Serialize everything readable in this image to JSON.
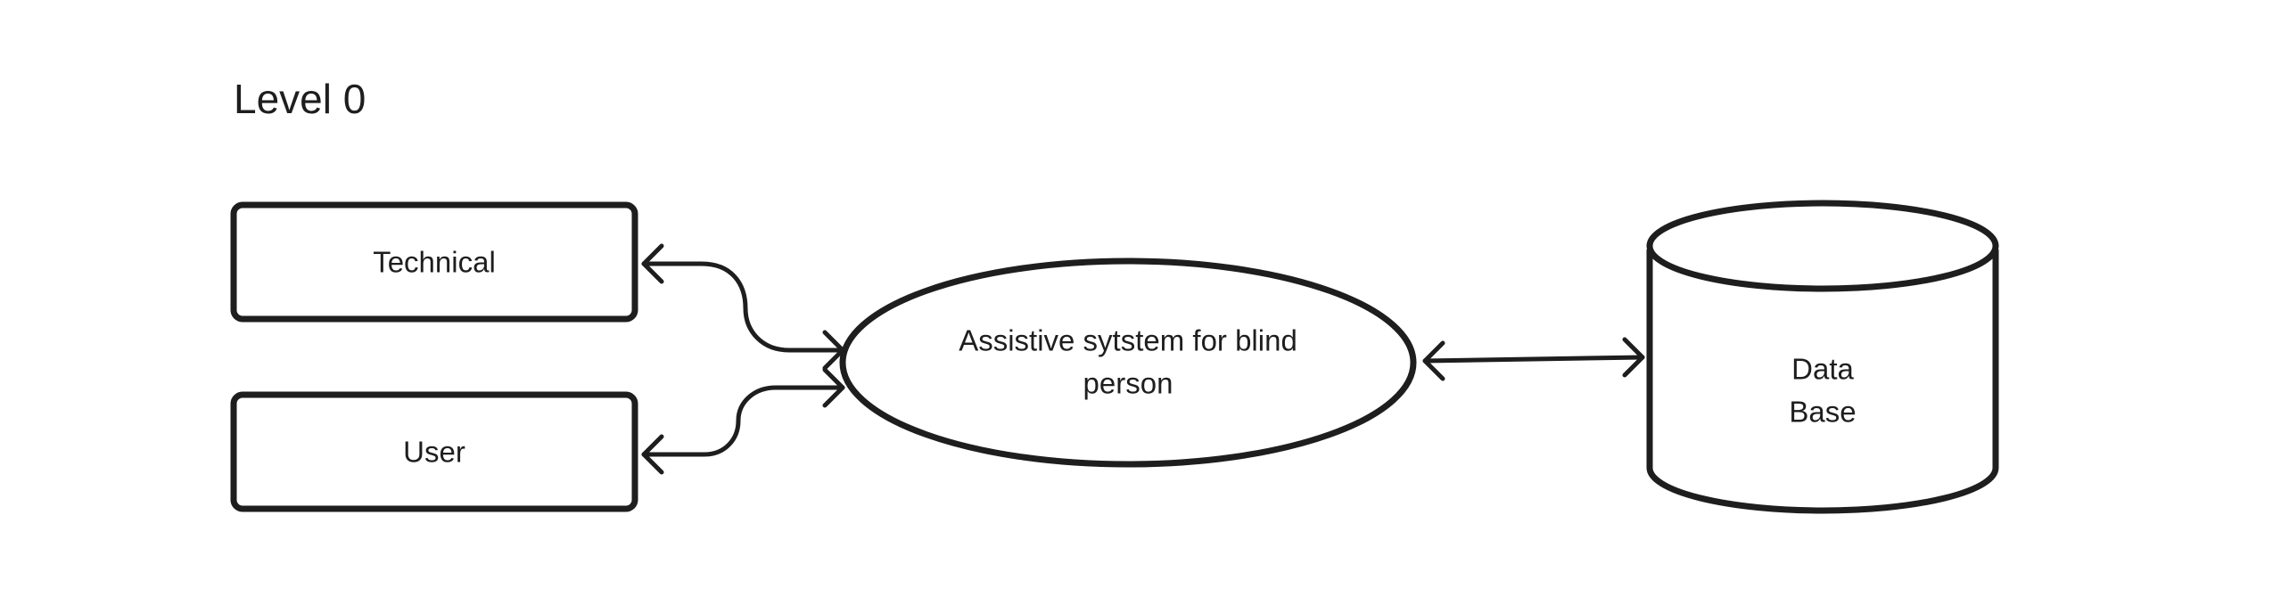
{
  "diagram": {
    "title": "Level 0",
    "nodes": {
      "technical": {
        "label": "Technical",
        "shape": "rectangle"
      },
      "user": {
        "label": "User",
        "shape": "rectangle"
      },
      "process": {
        "label_line1": "Assistive sytstem for blind",
        "label_line2": "person",
        "shape": "ellipse"
      },
      "database": {
        "label_line1": "Data",
        "label_line2": "Base",
        "shape": "cylinder"
      }
    },
    "edges": [
      {
        "from": "process",
        "to": "technical",
        "direction": "bidirectional"
      },
      {
        "from": "process",
        "to": "user",
        "direction": "bidirectional"
      },
      {
        "from": "process",
        "to": "database",
        "direction": "bidirectional"
      }
    ],
    "colors": {
      "stroke": "#1e1e1e",
      "fill": "#ffffff",
      "text": "#1e1e1e"
    }
  }
}
